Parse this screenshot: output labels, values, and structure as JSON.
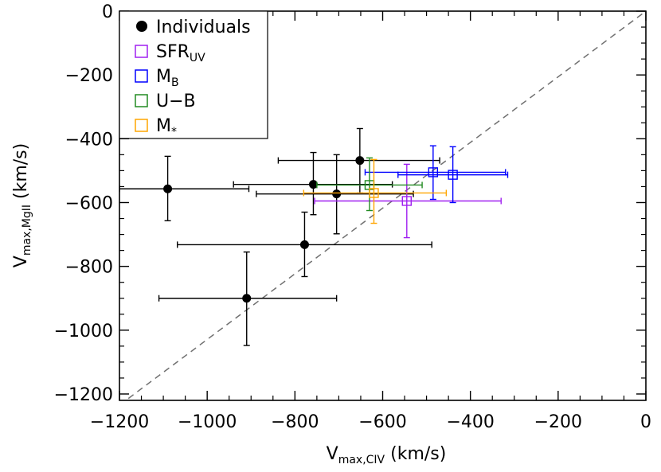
{
  "chart_data": {
    "type": "scatter",
    "title": "",
    "xlabel": {
      "main": "V",
      "sub": "max,CIV",
      "unit": " (km/s)"
    },
    "ylabel": {
      "main": "V",
      "sub": "max,MgII",
      "unit": " (km/s)"
    },
    "xlim": [
      -1200,
      0
    ],
    "ylim": [
      -1220,
      0
    ],
    "x_ticks": [
      -1200,
      -1000,
      -800,
      -600,
      -400,
      -200,
      0
    ],
    "x_tick_labels": [
      "−1200",
      "−1000",
      "−800",
      "−600",
      "−400",
      "−200",
      "0"
    ],
    "y_ticks": [
      0,
      -200,
      -400,
      -600,
      -800,
      -1000,
      -1200
    ],
    "y_tick_labels": [
      "0",
      "−200",
      "−400",
      "−600",
      "−800",
      "−1000",
      "−1200"
    ],
    "grid": false,
    "legend_position": "top-left",
    "reference_line": {
      "style": "dashed",
      "color": "#707070",
      "from": [
        -1200,
        -1200
      ],
      "to": [
        0,
        0
      ]
    },
    "series": [
      {
        "name": "Individuals",
        "marker": "filled-circle",
        "color": "#000000",
        "points": [
          {
            "x": -1090,
            "y": -557,
            "xerr": [
              -1200,
              -905
            ],
            "yerr": [
              -657,
              -455
            ]
          },
          {
            "x": -910,
            "y": -900,
            "xerr": [
              -1110,
              -705
            ],
            "yerr": [
              -1048,
              -755
            ]
          },
          {
            "x": -778,
            "y": -732,
            "xerr": [
              -1068,
              -488
            ],
            "yerr": [
              -832,
              -630
            ]
          },
          {
            "x": -758,
            "y": -543,
            "xerr": [
              -940,
              -578
            ],
            "yerr": [
              -638,
              -443
            ]
          },
          {
            "x": -705,
            "y": -573,
            "xerr": [
              -888,
              -530
            ],
            "yerr": [
              -698,
              -450
            ]
          },
          {
            "x": -652,
            "y": -468,
            "xerr": [
              -838,
              -470
            ],
            "yerr": [
              -570,
              -368
            ]
          }
        ]
      },
      {
        "name": "SFR",
        "name_sub": "UV",
        "marker": "open-square",
        "color": "#a020f0",
        "points": [
          {
            "x": -545,
            "y": -595,
            "xerr": [
              -755,
              -330
            ],
            "yerr": [
              -710,
              -480
            ]
          }
        ]
      },
      {
        "name": "M",
        "name_sub": "B",
        "marker": "open-square",
        "color": "#0000ff",
        "points": [
          {
            "x": -485,
            "y": -505,
            "xerr": [
              -640,
              -320
            ],
            "yerr": [
              -590,
              -422
            ]
          },
          {
            "x": -440,
            "y": -513,
            "xerr": [
              -565,
              -315
            ],
            "yerr": [
              -600,
              -425
            ]
          }
        ]
      },
      {
        "name": "U−B",
        "marker": "open-square",
        "color": "#228b22",
        "points": [
          {
            "x": -630,
            "y": -545,
            "xerr": [
              -750,
              -510
            ],
            "yerr": [
              -625,
              -460
            ]
          }
        ]
      },
      {
        "name": "M",
        "name_sub": "*",
        "marker": "open-square",
        "color": "#ffa500",
        "points": [
          {
            "x": -620,
            "y": -570,
            "xerr": [
              -780,
              -455
            ],
            "yerr": [
              -665,
              -465
            ]
          }
        ]
      }
    ]
  }
}
